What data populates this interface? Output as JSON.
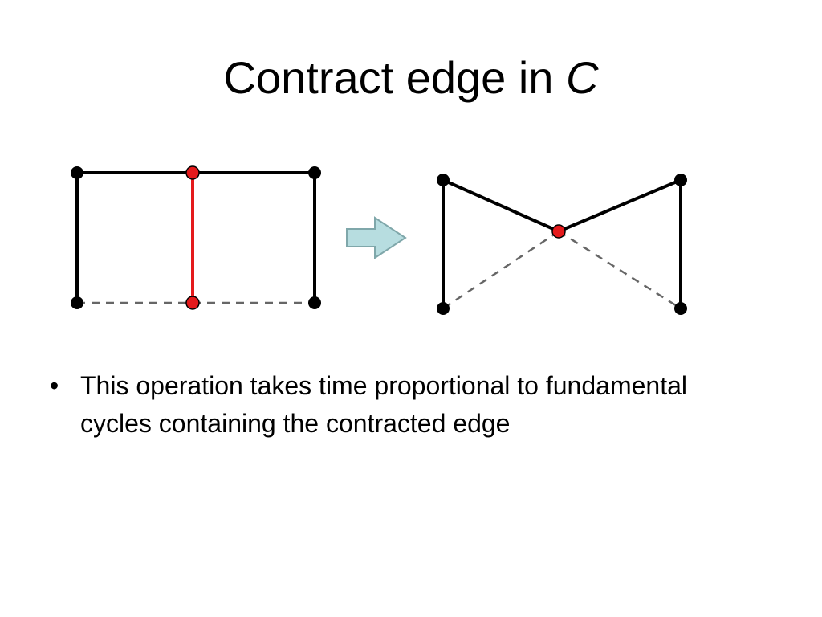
{
  "slide": {
    "title_main": "Contract edge in ",
    "title_italic": "C",
    "bullets": [
      {
        "marker": "•",
        "text": "This operation takes time proportional to fundamental cycles containing the contracted edge"
      }
    ]
  },
  "diagram": {
    "colors": {
      "edge": "#000000",
      "contracted_edge": "#e41a1c",
      "dashed_edge": "#666666",
      "vertex": "#000000",
      "highlight_vertex": "#e41a1c",
      "arrow_fill": "#b7dde0",
      "arrow_stroke": "#7fa7aa"
    }
  }
}
